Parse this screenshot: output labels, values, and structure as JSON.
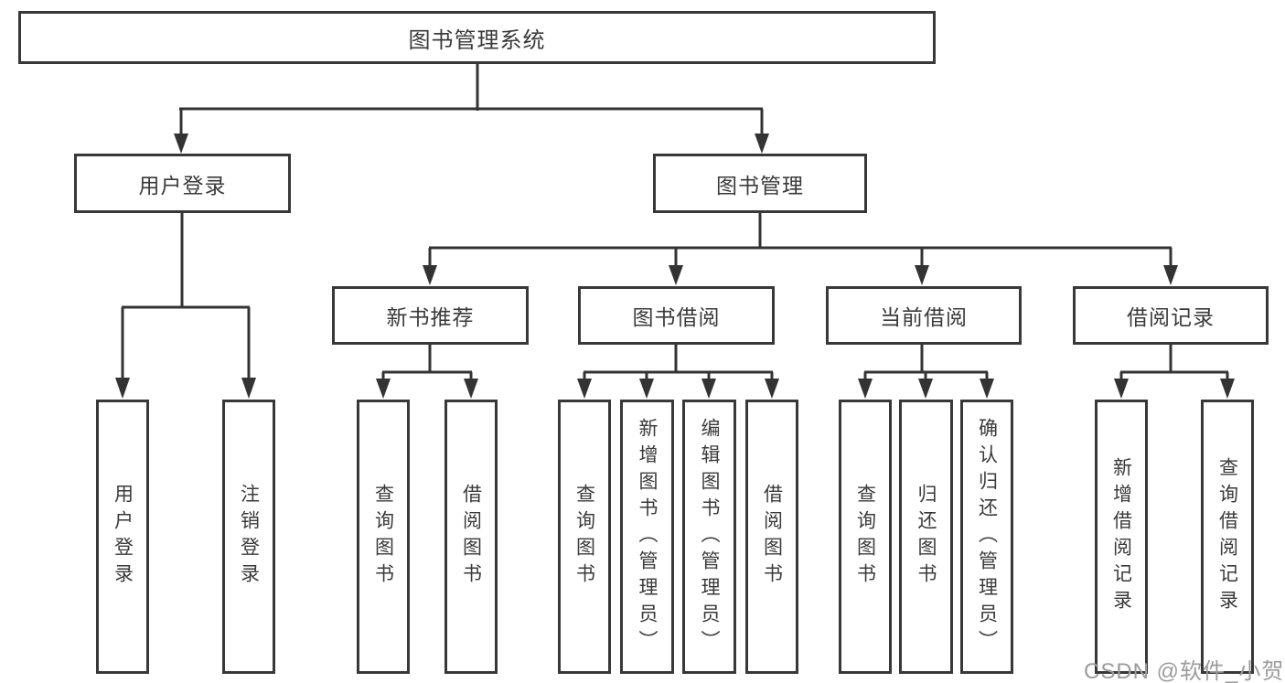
{
  "tree": {
    "root": {
      "label": "图书管理系统"
    },
    "level2": [
      {
        "label": "用户登录",
        "children": [
          {
            "label": "用户登录"
          },
          {
            "label": "注销登录"
          }
        ]
      },
      {
        "label": "图书管理",
        "children": [
          {
            "label": "新书推荐",
            "children": [
              {
                "label": "查询图书"
              },
              {
                "label": "借阅图书"
              }
            ]
          },
          {
            "label": "图书借阅",
            "children": [
              {
                "label": "查询图书"
              },
              {
                "label": "新增图书（管理员）"
              },
              {
                "label": "编辑图书（管理员）"
              },
              {
                "label": "借阅图书"
              }
            ]
          },
          {
            "label": "当前借阅",
            "children": [
              {
                "label": "查询图书"
              },
              {
                "label": "归还图书"
              },
              {
                "label": "确认归还（管理员）"
              }
            ]
          },
          {
            "label": "借阅记录",
            "children": [
              {
                "label": "新增借阅记录"
              },
              {
                "label": "查询借阅记录"
              }
            ]
          }
        ]
      }
    ]
  },
  "watermark": {
    "text": "CSDN @软件_小贺同学"
  },
  "colors": {
    "line": "#333333",
    "border": "#383838",
    "text": "#3a3a3a",
    "watermark": "#9b9b9b",
    "background": "#ffffff"
  }
}
